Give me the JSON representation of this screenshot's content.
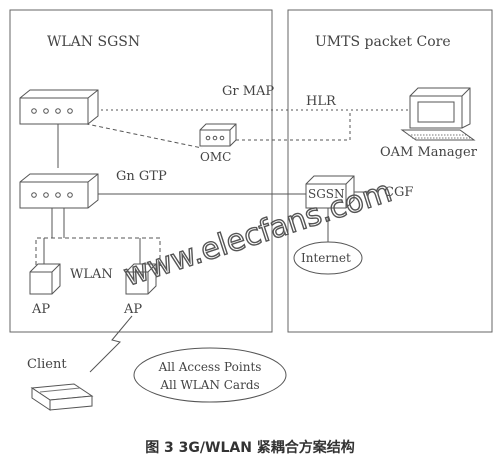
{
  "regions": {
    "wlan": "WLAN SGSN",
    "umts": "UMTS packet Core"
  },
  "labels": {
    "gr_map": "Gr MAP",
    "hlr": "HLR",
    "omc": "OMC",
    "oam": "OAM Manager",
    "gn_gtp": "Gn GTP",
    "sgsn": "SGSN",
    "cgf": "CGF",
    "internet": "Internet",
    "wlan": "WLAN",
    "ap_left": "AP",
    "ap_right": "AP",
    "client": "Client",
    "ellipse_line1": "All Access Points",
    "ellipse_line2": "All WLAN Cards"
  },
  "watermark": "www.elecfans.com",
  "caption": "图 3   3G/WLAN 紧耦合方案结构",
  "colors": {
    "line": "#555555",
    "text": "#444444",
    "background": "#ffffff"
  }
}
